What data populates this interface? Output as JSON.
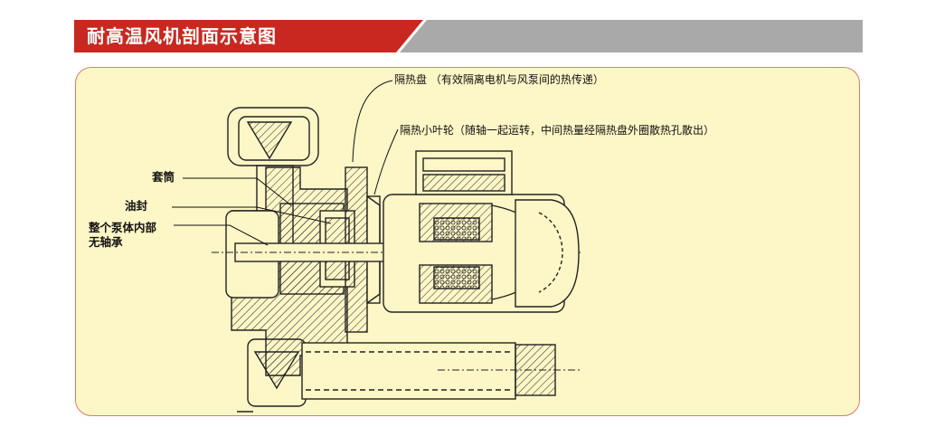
{
  "header": {
    "title": "耐高温风机剖面示意图",
    "colors": {
      "red": "#c8281f",
      "gray": "#a9a9a9"
    }
  },
  "callouts": {
    "heat_disc": "隔热盘 （有效隔离电机与风泵间的热传递）",
    "impeller": "隔热小叶轮（随轴一起运转，中间热量经隔热盘外圈散热孔散出）",
    "sleeve": "套筒",
    "oil_seal": "油封",
    "no_bearing_line1": "整个泵体内部",
    "no_bearing_line2": "无轴承"
  },
  "colors": {
    "panel_bg": "#fdf6c6",
    "panel_border": "#e07a6a",
    "line": "#222222"
  }
}
